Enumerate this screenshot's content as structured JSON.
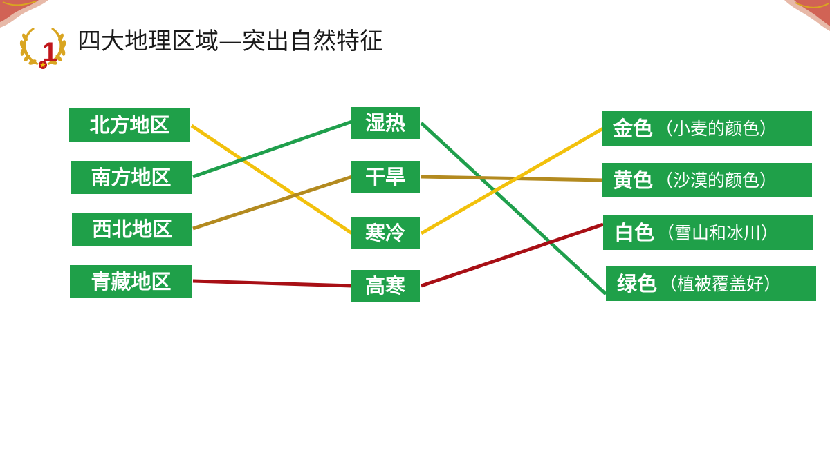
{
  "header": {
    "badge_number": "1",
    "title": "四大地理区域—突出自然特征"
  },
  "colors": {
    "box_fill": "#1fa049",
    "box_text": "#ffffff",
    "badge_red": "#c0161b",
    "laurel_gold": "#d9a521",
    "link_yellow": "#f2c10c",
    "link_green": "#1f9f4c",
    "link_olive": "#b38a1f",
    "link_darkred": "#a80f15"
  },
  "regions": [
    {
      "label": "北方地区"
    },
    {
      "label": "南方地区"
    },
    {
      "label": "西北地区"
    },
    {
      "label": "青藏地区"
    }
  ],
  "features": [
    {
      "label": "湿热"
    },
    {
      "label": "干旱"
    },
    {
      "label": "寒冷"
    },
    {
      "label": "高寒"
    }
  ],
  "colors_meaning": [
    {
      "label": "金色",
      "note": "（小麦的颜色）"
    },
    {
      "label": "黄色",
      "note": "（沙漠的颜色）"
    },
    {
      "label": "白色",
      "note": "（雪山和冰川）"
    },
    {
      "label": "绿色",
      "note": "（植被覆盖好）"
    }
  ]
}
